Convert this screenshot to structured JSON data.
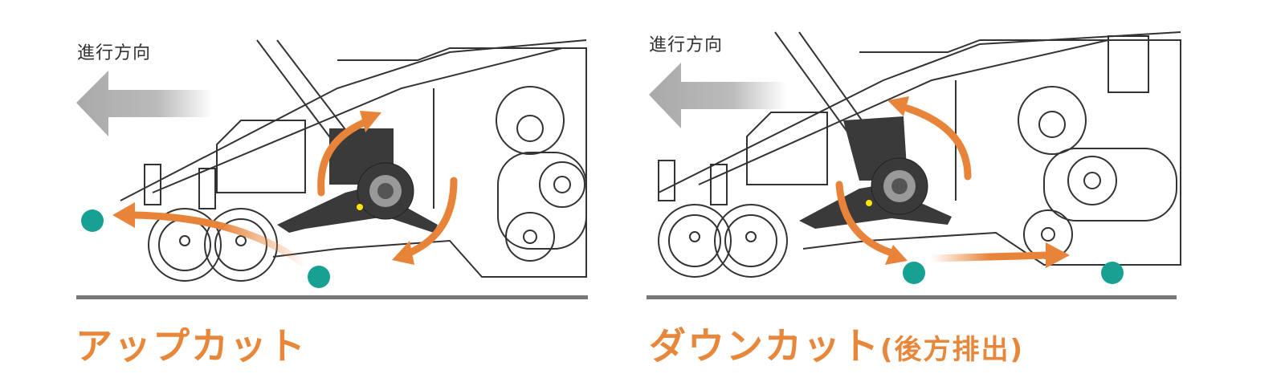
{
  "left_panel": {
    "direction_label": "進行方向",
    "title": "アップカット"
  },
  "right_panel": {
    "direction_label": "進行方向",
    "title_main": "ダウンカット",
    "title_sub": "(後方排出)"
  },
  "colors": {
    "arrow_orange": "#e8843a",
    "dot_teal": "#17a192",
    "direction_arrow_gray": "#a9a9a9",
    "ground_line": "#777777",
    "rotor": "#3a3a3a"
  }
}
